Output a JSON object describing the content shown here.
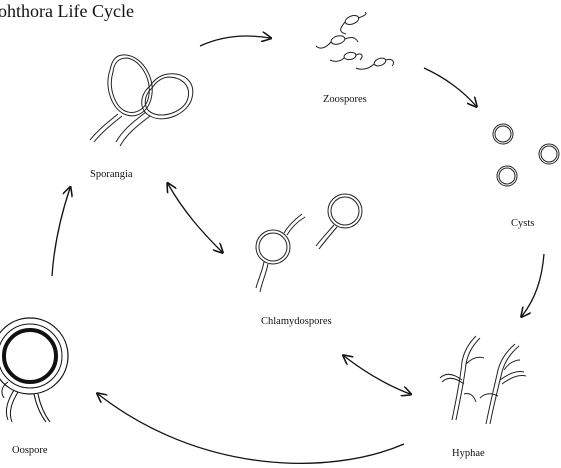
{
  "diagram": {
    "title": "ohthora Life Cycle",
    "stages": {
      "zoospores": "Zoospores",
      "cysts": "Cysts",
      "hyphae": "Hyphae",
      "oospore": "Oospore",
      "sporangia": "Sporangia",
      "chlamydospores": "Chlamydospores"
    },
    "colors": {
      "ink": "#111111",
      "background": "#ffffff"
    }
  }
}
